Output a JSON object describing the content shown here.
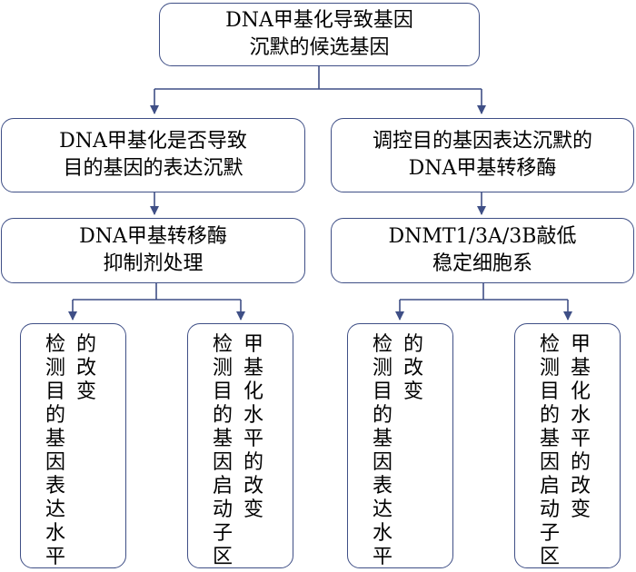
{
  "root": {
    "line1": "DNA甲基化导致基因",
    "line2": "沉默的候选基因"
  },
  "left": {
    "question": {
      "line1": "DNA甲基化是否导致",
      "line2": "目的基因的表达沉默"
    },
    "treatment": {
      "line1": "DNA甲基转移酶",
      "line2": "抑制剂处理"
    },
    "leaf_a": {
      "col1": "检测目的基因表达水平",
      "col2": "的改变"
    },
    "leaf_b": {
      "col1": "检测目的基因启动子区",
      "col2": "甲基化水平的改变"
    }
  },
  "right": {
    "question": {
      "line1": "调控目的基因表达沉默的",
      "line2": "DNA甲基转移酶"
    },
    "treatment": {
      "line1": "DNMT1/3A/3B敲低",
      "line2": "稳定细胞系"
    },
    "leaf_a": {
      "col1": "检测目的基因表达水平",
      "col2": "的改变"
    },
    "leaf_b": {
      "col1": "检测目的基因启动子区",
      "col2": "甲基化水平的改变"
    }
  },
  "colors": {
    "border": "#3f4f86",
    "connector": "#3f4f86"
  }
}
